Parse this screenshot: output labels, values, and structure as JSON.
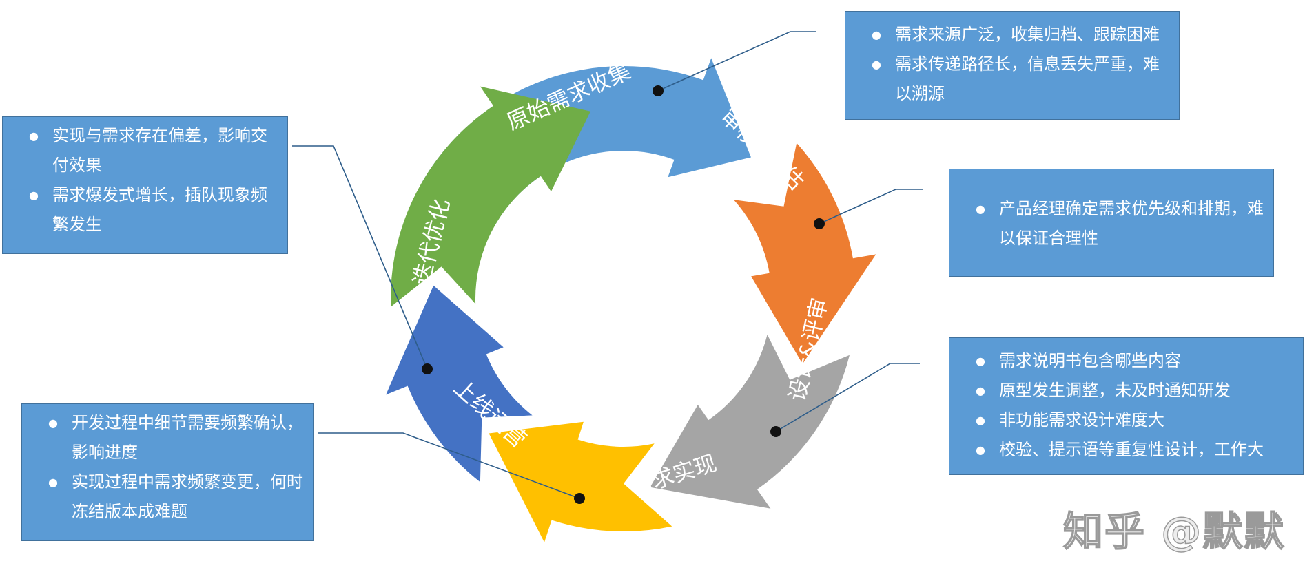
{
  "colors": {
    "collect": "#5b9bd5",
    "review": "#ed7d31",
    "design": "#a5a5a5",
    "implement": "#ffc000",
    "launch": "#4472c4",
    "iterate": "#70ad47",
    "callout_bg": "#5b9bd5",
    "connector": "#2e5d8a"
  },
  "stages": {
    "collect": "原始需求收集",
    "review": "审核&评估",
    "design": "设计&评审",
    "implement": "需求实现",
    "launch": "上线运营",
    "iterate": "迭代优化"
  },
  "callouts": {
    "collect": [
      "需求来源广泛，收集归档、跟踪困难",
      "需求传递路径长，信息丢失严重，难以溯源"
    ],
    "review": [
      "产品经理确定需求优先级和排期，难以保证合理性"
    ],
    "design": [
      "需求说明书包含哪些内容",
      "原型发生调整，未及时通知研发",
      "非功能需求设计难度大",
      "校验、提示语等重复性设计，工作大"
    ],
    "iterate": [
      "实现与需求存在偏差，影响交付效果",
      "需求爆发式增长，插队现象频繁发生"
    ],
    "launch": [
      "开发过程中细节需要频繁确认，影响进度",
      "实现过程中需求频繁变更，何时冻结版本成难题"
    ]
  },
  "watermark": "知乎 @默默"
}
